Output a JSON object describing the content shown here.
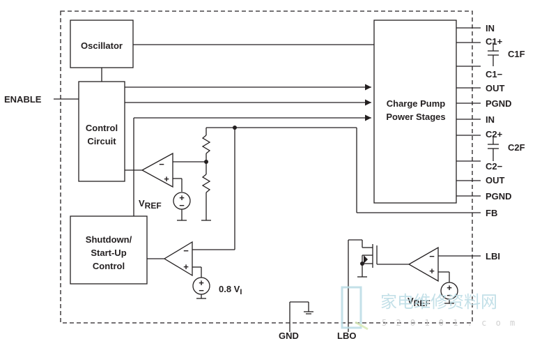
{
  "blocks": {
    "oscillator": "Oscillator",
    "control_line1": "Control",
    "control_line2": "Circuit",
    "charge_pump_line1": "Charge Pump",
    "charge_pump_line2": "Power Stages",
    "shutdown_line1": "Shutdown/",
    "shutdown_line2": "Start-Up",
    "shutdown_line3": "Control"
  },
  "pins": {
    "enable": "ENABLE",
    "in1": "IN",
    "c1p": "C1+",
    "c1f": "C1F",
    "c1m": "C1−",
    "out1": "OUT",
    "pgnd1": "PGND",
    "in2": "IN",
    "c2p": "C2+",
    "c2f": "C2F",
    "c2m": "C2−",
    "out2": "OUT",
    "pgnd2": "PGND",
    "fb": "FB",
    "lbi": "LBI",
    "gnd": "GND",
    "lbo": "LBO"
  },
  "refs": {
    "vref_main": "V",
    "vref_sub": "REF",
    "vi_main": "0.8 V",
    "vi_sub": "I",
    "vref2_main": "V",
    "vref2_sub": "REF"
  },
  "symbols": {
    "minus": "−",
    "plus": "+"
  },
  "watermark": {
    "text": "家电维修资料网",
    "url": "5 2 0 1 0 1 . c o m"
  },
  "colors": {
    "ink": "#231f20",
    "watermark": "#b9dbe4"
  }
}
